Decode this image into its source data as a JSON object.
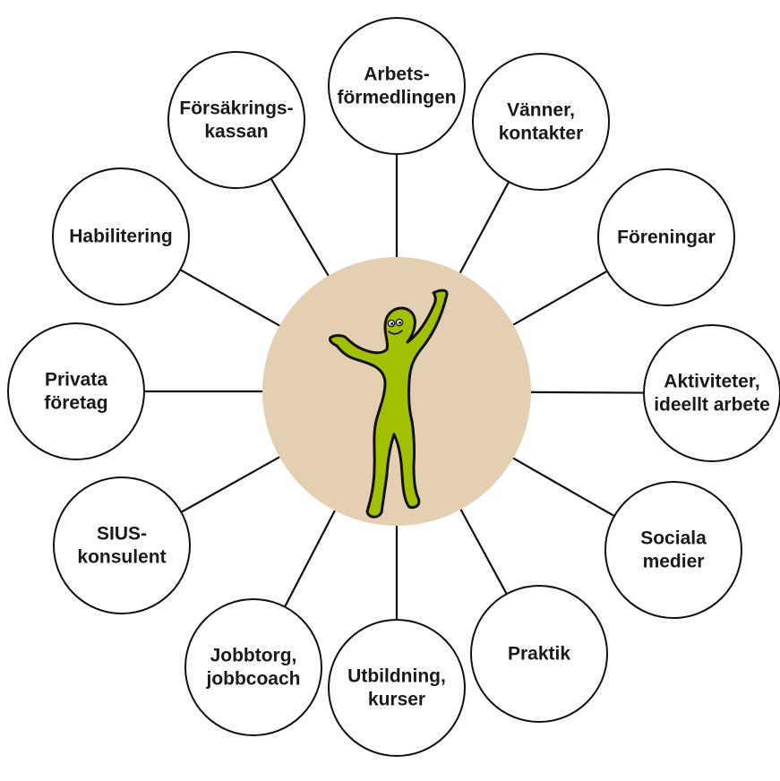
{
  "colors": {
    "center_fill": "#e5cfb3",
    "figure_fill": "#a3c000",
    "outline": "#111111",
    "node_fill": "#ffffff",
    "background": "#ffffff"
  },
  "center": {
    "icon": "waving-person-icon"
  },
  "nodes": [
    {
      "id": "arbetsformedlingen",
      "lines": [
        "Arbets-",
        "förmedlingen"
      ]
    },
    {
      "id": "vanner-kontakter",
      "lines": [
        "Vänner,",
        "kontakter"
      ]
    },
    {
      "id": "foreningar",
      "lines": [
        "Föreningar"
      ]
    },
    {
      "id": "aktiviteter-ideellt-arbete",
      "lines": [
        "Aktiviteter,",
        "ideellt arbete"
      ]
    },
    {
      "id": "sociala-medier",
      "lines": [
        "Sociala",
        "medier"
      ]
    },
    {
      "id": "praktik",
      "lines": [
        "Praktik"
      ]
    },
    {
      "id": "utbildning-kurser",
      "lines": [
        "Utbildning,",
        "kurser"
      ]
    },
    {
      "id": "jobbtorg-jobbcoach",
      "lines": [
        "Jobbtorg,",
        "jobbcoach"
      ]
    },
    {
      "id": "sius-konsulent",
      "lines": [
        "SIUS-",
        "konsulent"
      ]
    },
    {
      "id": "privata-foretag",
      "lines": [
        "Privata",
        "företag"
      ]
    },
    {
      "id": "habilitering",
      "lines": [
        "Habilitering"
      ]
    },
    {
      "id": "forsakringskassan",
      "lines": [
        "Försäkrings-",
        "kassan"
      ]
    }
  ]
}
